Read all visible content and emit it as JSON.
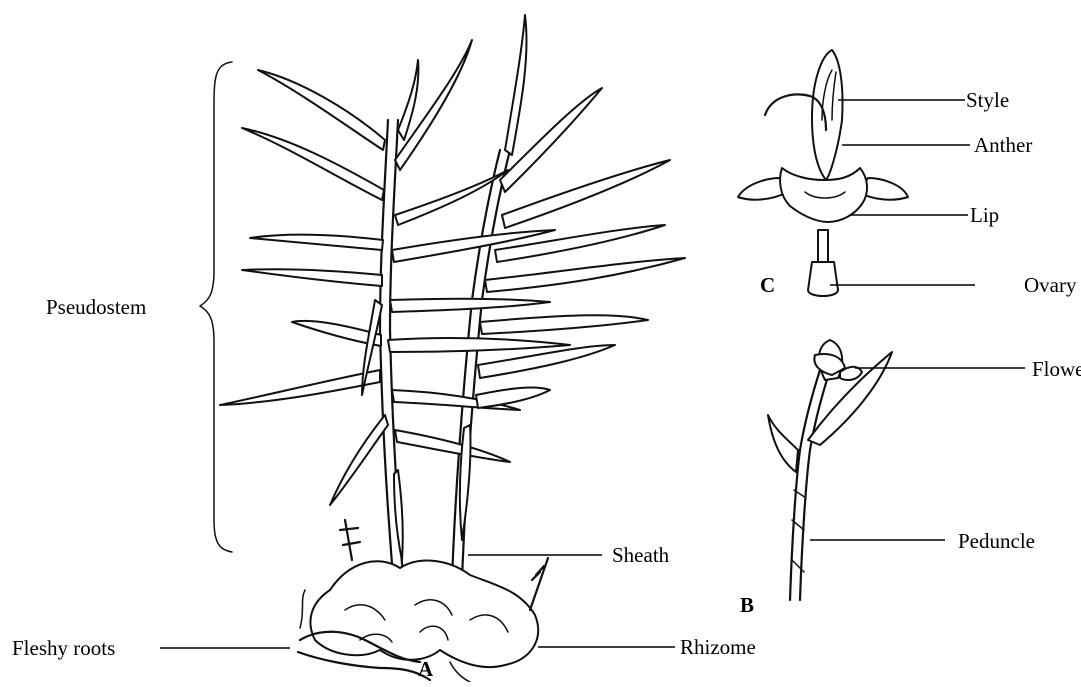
{
  "labels": {
    "pseudostem": "Pseudostem",
    "fleshy_roots": "Fleshy roots",
    "sheath": "Sheath",
    "rhizome": "Rhizome",
    "style": "Style",
    "anther": "Anther",
    "lip": "Lip",
    "ovary": "Ovary",
    "flower": "Flower",
    "peduncle": "Peduncle"
  },
  "panels": {
    "a": "A",
    "b": "B",
    "c": "C"
  }
}
